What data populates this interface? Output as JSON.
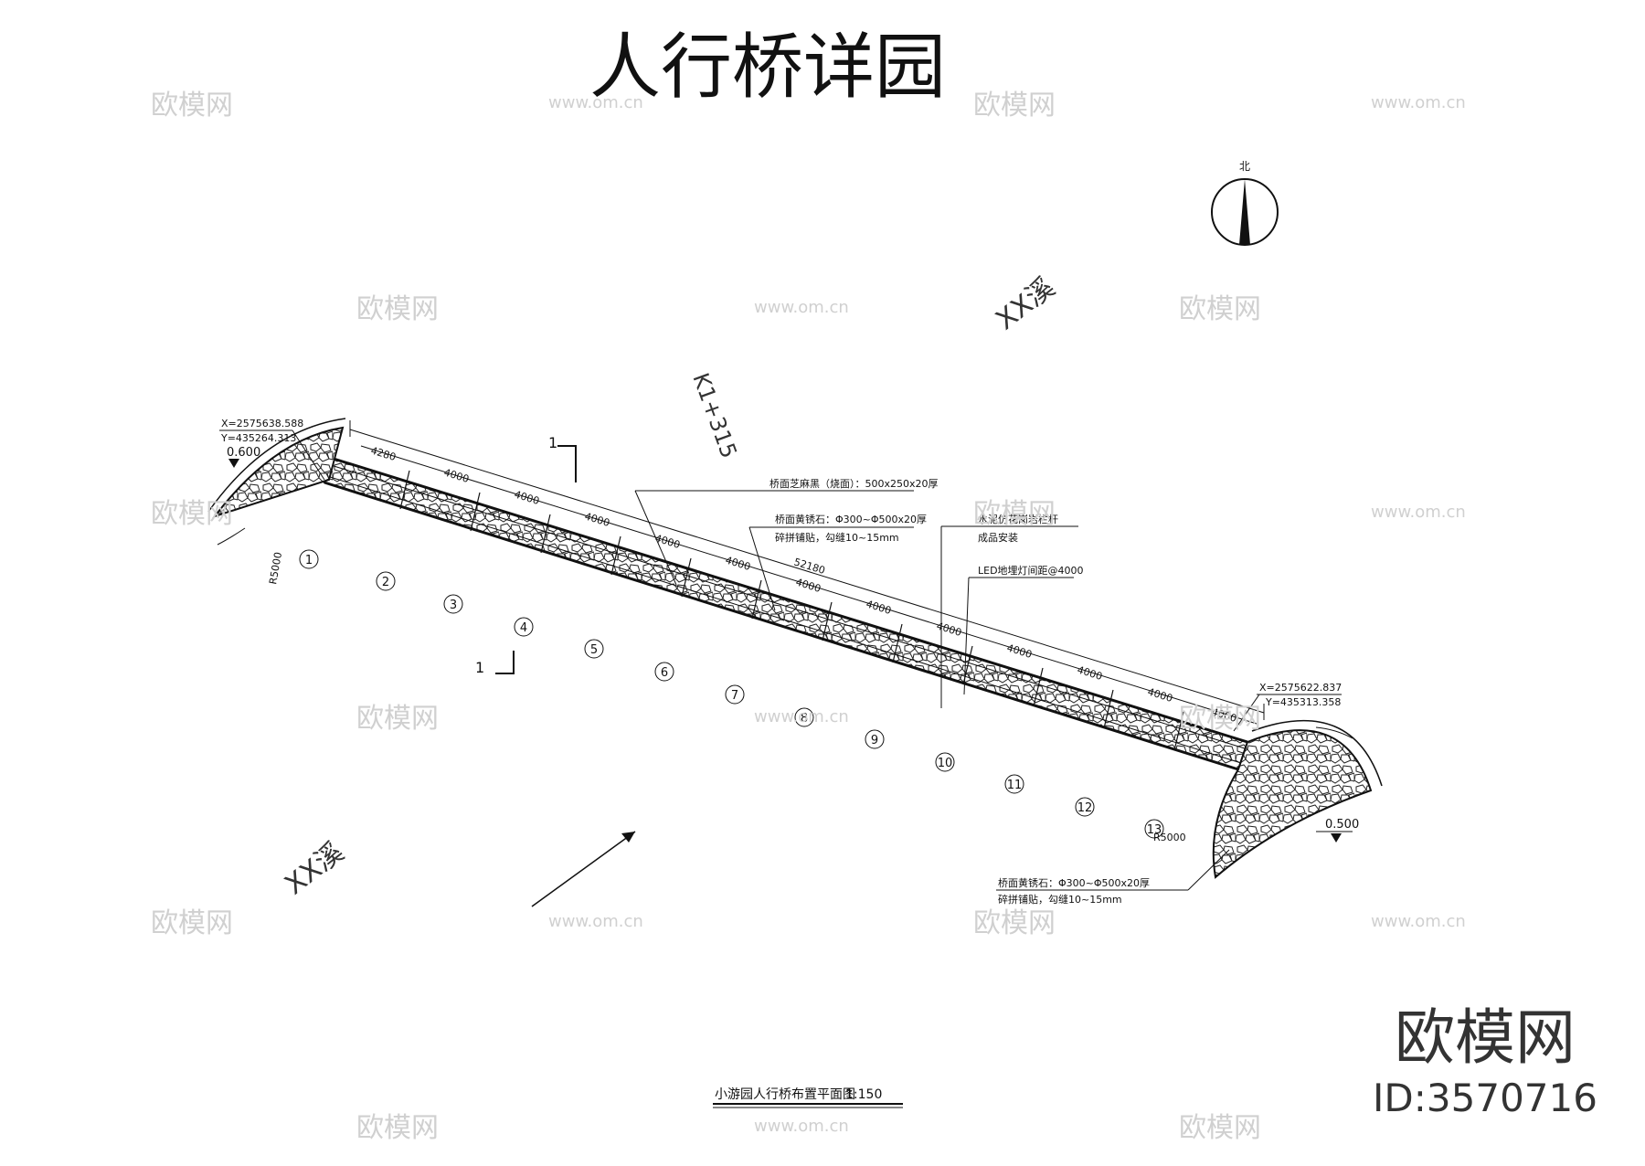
{
  "title": "人行桥详园",
  "north_label": "北",
  "creek_labels": [
    "XX溪",
    "XX溪"
  ],
  "chainage": "K1+315",
  "section_mark": "1",
  "start_point": {
    "x_coord": "X=2575638.588",
    "y_coord": "Y=435264.313",
    "elevation": "0.600"
  },
  "end_point": {
    "x_coord": "X=2575622.837",
    "y_coord": "Y=435313.358",
    "elevation": "0.500"
  },
  "radius_label": "R5000",
  "total_length": "52180",
  "segments": [
    "4280",
    "4000",
    "4000",
    "4000",
    "4000",
    "4000",
    "4000",
    "4000",
    "4000",
    "4000",
    "4000",
    "4000",
    "4000"
  ],
  "axis_numbers": [
    "1",
    "2",
    "3",
    "4",
    "5",
    "6",
    "7",
    "8",
    "9",
    "10",
    "11",
    "12",
    "13"
  ],
  "annotations": {
    "deck_stone": "桥面芝麻黑（烧面）：500x250x20厚",
    "deck_yellow": "桥面黄锈石：Φ300~Φ500x20厚",
    "deck_yellow_note": "碎拼铺贴，勾缝10~15mm",
    "railing": "水泥仿花岗岩栏杆",
    "railing_note": "成品安装",
    "led": "LED地埋灯间距@4000",
    "end_yellow": "桥面黄锈石：Φ300~Φ500x20厚",
    "end_yellow_note": "碎拼铺贴，勾缝10~15mm"
  },
  "plan_caption": "小游园人行桥布置平面图",
  "plan_scale": "1:150",
  "brand": "欧模网",
  "brand_id": "ID:3570716",
  "watermark_brand": "欧模网",
  "watermark_url": "www.om.cn"
}
